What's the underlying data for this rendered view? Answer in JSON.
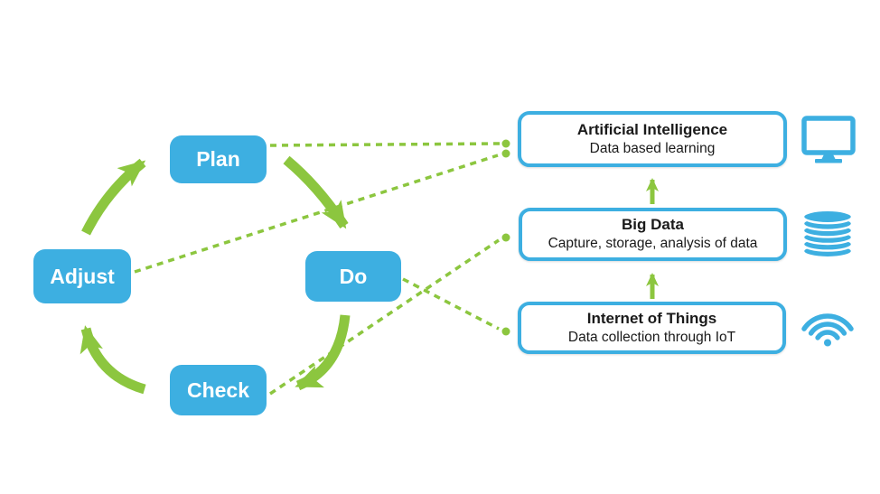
{
  "colors": {
    "node_blue": "#3DAFE1",
    "arrow_green": "#8CC63F",
    "text_dark": "#1a1a1a",
    "background": "#ffffff"
  },
  "cycle": {
    "nodes": [
      {
        "id": "plan",
        "label": "Plan"
      },
      {
        "id": "do",
        "label": "Do"
      },
      {
        "id": "check",
        "label": "Check"
      },
      {
        "id": "adjust",
        "label": "Adjust"
      }
    ]
  },
  "info_boxes": [
    {
      "id": "artificial-intelligence",
      "title": "Artificial Intelligence",
      "subtitle": "Data based learning",
      "icon": "monitor-icon"
    },
    {
      "id": "big-data",
      "title": "Big Data",
      "subtitle": "Capture, storage, analysis of data",
      "icon": "database-icon"
    },
    {
      "id": "internet-of-things",
      "title": "Internet of Things",
      "subtitle": "Data collection through IoT",
      "icon": "wifi-icon"
    }
  ],
  "connections": [
    {
      "from": "plan",
      "to": "artificial-intelligence",
      "style": "dashed-dot"
    },
    {
      "from": "adjust",
      "to": "artificial-intelligence",
      "style": "dashed-dot"
    },
    {
      "from": "do",
      "to": "internet-of-things",
      "style": "dashed-dot"
    },
    {
      "from": "check",
      "to": "big-data",
      "style": "dashed-dot"
    },
    {
      "from": "internet-of-things",
      "to": "big-data",
      "style": "arrow-up"
    },
    {
      "from": "big-data",
      "to": "artificial-intelligence",
      "style": "arrow-up"
    },
    {
      "from": "adjust",
      "to": "plan",
      "style": "cycle-arrow"
    },
    {
      "from": "plan",
      "to": "do",
      "style": "cycle-arrow"
    },
    {
      "from": "do",
      "to": "check",
      "style": "cycle-arrow"
    },
    {
      "from": "check",
      "to": "adjust",
      "style": "cycle-arrow"
    }
  ]
}
